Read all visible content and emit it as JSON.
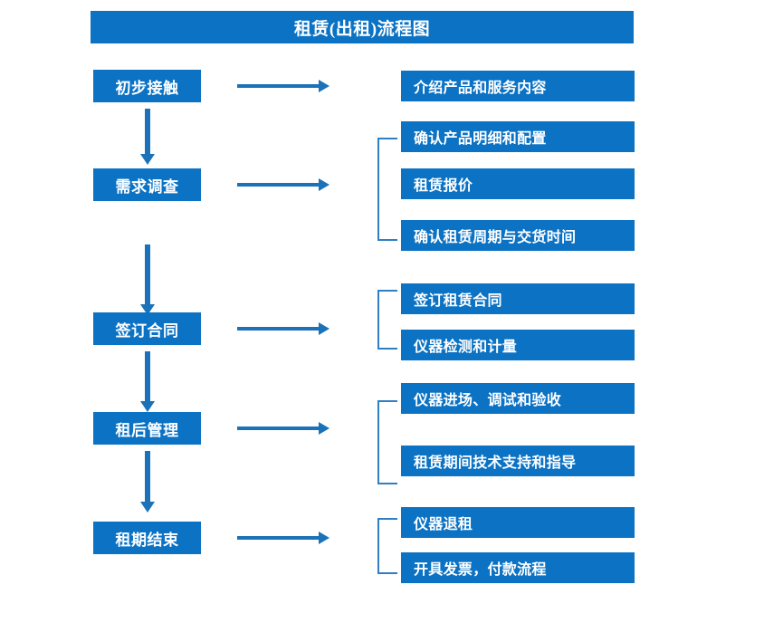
{
  "diagram": {
    "title": "租赁(出租)流程图",
    "accent_color": "#0b72c4",
    "arrow_color": "#1b72b8",
    "bracket_color": "#2f7fc4",
    "text_color": "#ffffff",
    "background_color": "#ffffff",
    "type": "flowchart",
    "stages": [
      {
        "label": "初步接触",
        "details": [
          "介绍产品和服务内容"
        ],
        "bracketed": false
      },
      {
        "label": "需求调查",
        "details": [
          "确认产品明细和配置",
          "租赁报价",
          "确认租赁周期与交货时间"
        ],
        "bracketed": true
      },
      {
        "label": "签订合同",
        "details": [
          "签订租赁合同",
          "仪器检测和计量"
        ],
        "bracketed": true
      },
      {
        "label": "租后管理",
        "details": [
          "仪器进场、调试和验收",
          "租赁期间技术支持和指导"
        ],
        "bracketed": true
      },
      {
        "label": "租期结束",
        "details": [
          "仪器退租",
          "开具发票，付款流程"
        ],
        "bracketed": true
      }
    ],
    "connectors": {
      "stage_to_detail": "horizontal-arrow",
      "stage_to_stage": "vertical-arrow"
    }
  }
}
